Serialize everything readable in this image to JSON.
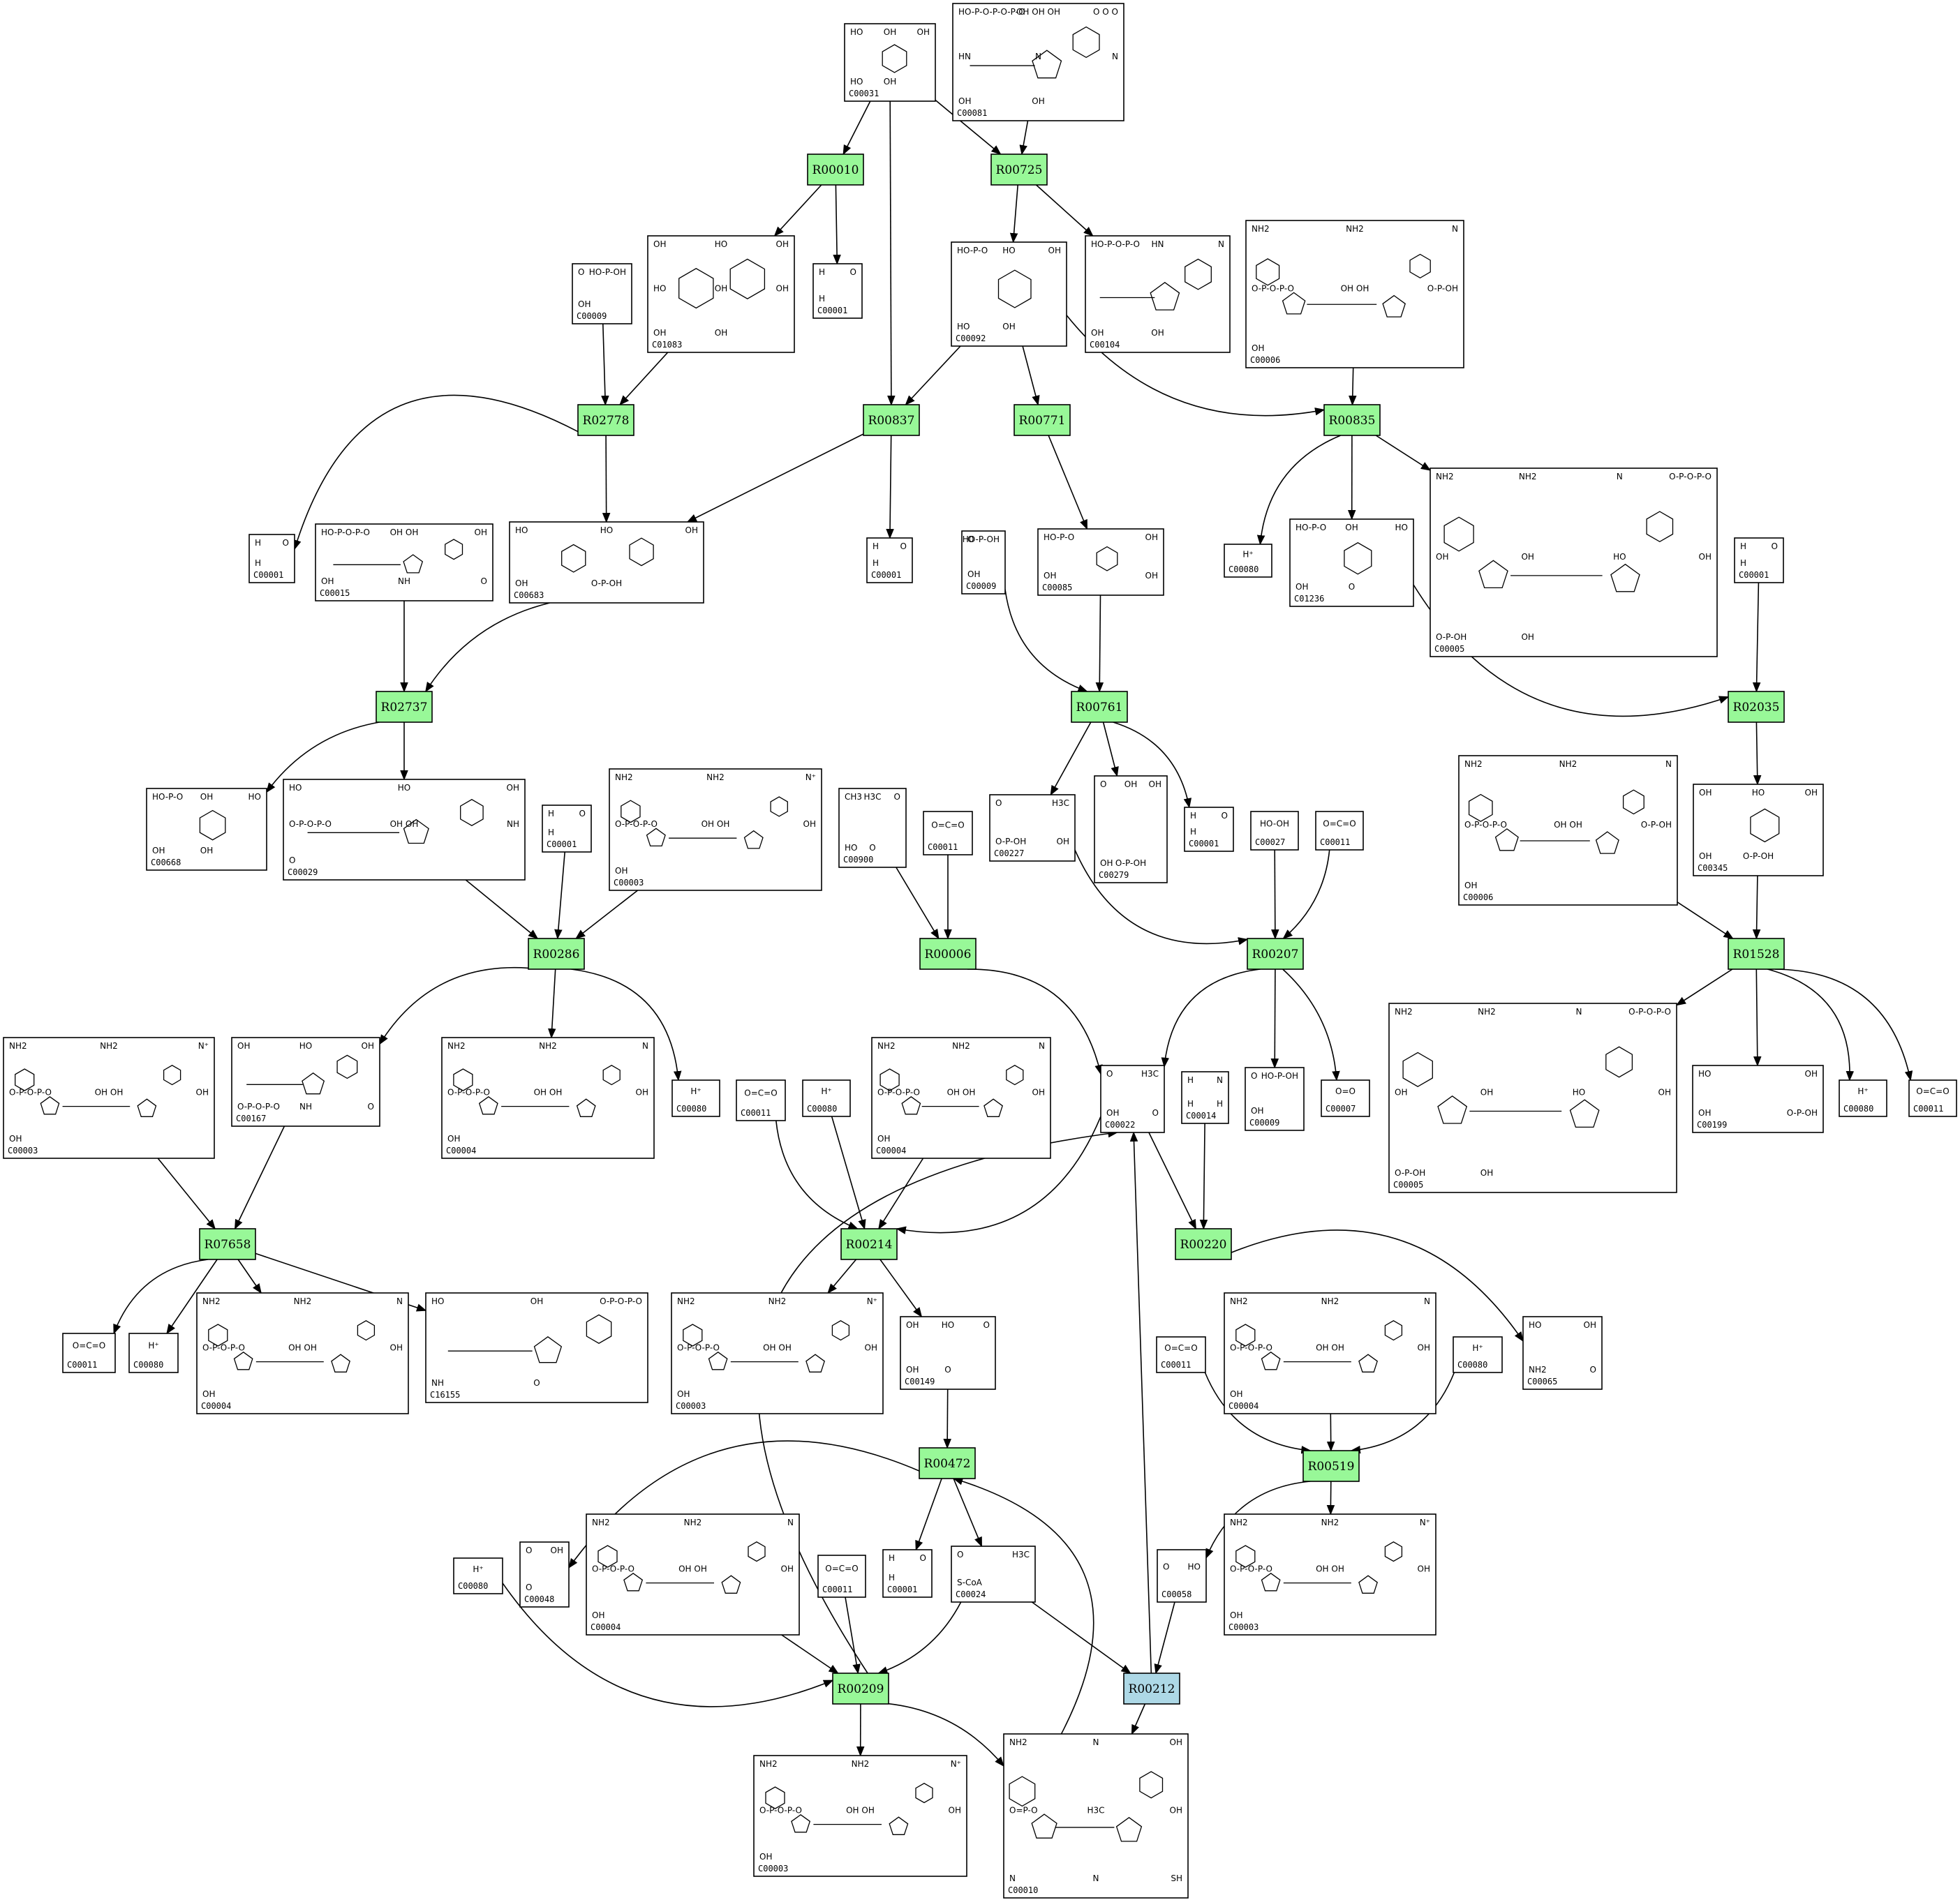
{
  "colors": {
    "reaction": "#98f898",
    "reaction_highlight": "#add8e6",
    "edge": "#000000",
    "box_border": "#000000"
  },
  "reactions": [
    {
      "id": "R00010",
      "highlight": false
    },
    {
      "id": "R00725",
      "highlight": false
    },
    {
      "id": "R02778",
      "highlight": false
    },
    {
      "id": "R00837",
      "highlight": false
    },
    {
      "id": "R00771",
      "highlight": false
    },
    {
      "id": "R00835",
      "highlight": false
    },
    {
      "id": "R02737",
      "highlight": false
    },
    {
      "id": "R00761",
      "highlight": false
    },
    {
      "id": "R02035",
      "highlight": false
    },
    {
      "id": "R00286",
      "highlight": false
    },
    {
      "id": "R00006",
      "highlight": false
    },
    {
      "id": "R00207",
      "highlight": false
    },
    {
      "id": "R01528",
      "highlight": false
    },
    {
      "id": "R07658",
      "highlight": false
    },
    {
      "id": "R00214",
      "highlight": false
    },
    {
      "id": "R00220",
      "highlight": false
    },
    {
      "id": "R00472",
      "highlight": false
    },
    {
      "id": "R00519",
      "highlight": false
    },
    {
      "id": "R00209",
      "highlight": false
    },
    {
      "id": "R00212",
      "highlight": true
    }
  ],
  "compounds": [
    {
      "id": "C00031",
      "formula": "",
      "atoms": [
        "HO",
        "OH",
        "OH",
        "HO",
        "OH"
      ]
    },
    {
      "id": "C00081",
      "formula": "",
      "atoms": [
        "HO-P-O-P-O-P-O",
        "OH OH OH",
        "O O O",
        "HN",
        "N",
        "N",
        "OH",
        "OH"
      ]
    },
    {
      "id": "C01083",
      "formula": "",
      "atoms": [
        "OH",
        "HO",
        "OH",
        "HO",
        "OH",
        "OH",
        "OH",
        "OH"
      ]
    },
    {
      "id": "C00001",
      "formula": "H₂O",
      "atoms": [
        "H",
        "O",
        "H"
      ]
    },
    {
      "id": "C00009",
      "formula": "",
      "atoms": [
        "O",
        "HO-P-OH",
        "OH"
      ]
    },
    {
      "id": "C00092",
      "formula": "",
      "atoms": [
        "HO-P-O",
        "HO",
        "OH",
        "HO",
        "OH"
      ]
    },
    {
      "id": "C00104",
      "formula": "",
      "atoms": [
        "HO-P-O-P-O",
        "HN",
        "N",
        "OH",
        "OH"
      ]
    },
    {
      "id": "C00006",
      "formula": "",
      "atoms": [
        "NH2",
        "NH2",
        "N",
        "O-P-O-P-O",
        "OH OH",
        "O-P-OH",
        "OH"
      ]
    },
    {
      "id": "C00683",
      "formula": "",
      "atoms": [
        "HO",
        "HO",
        "OH",
        "OH",
        "O-P-OH"
      ]
    },
    {
      "id": "C00015",
      "formula": "",
      "atoms": [
        "HO-P-O-P-O",
        "OH OH",
        "OH",
        "OH",
        "NH",
        "O"
      ]
    },
    {
      "id": "C00080",
      "formula": "H⁺",
      "atoms": [
        "H⁺"
      ]
    },
    {
      "id": "C00085",
      "formula": "",
      "atoms": [
        "HO-P-O",
        "OH",
        "OH",
        "OH"
      ]
    },
    {
      "id": "C01236",
      "formula": "",
      "atoms": [
        "HO-P-O",
        "OH",
        "HO",
        "OH",
        "O"
      ]
    },
    {
      "id": "C00005",
      "formula": "",
      "atoms": [
        "NH2",
        "NH2",
        "N",
        "O-P-O-P-O",
        "OH",
        "OH",
        "HO",
        "OH",
        "O-P-OH",
        "OH"
      ]
    },
    {
      "id": "C00668",
      "formula": "",
      "atoms": [
        "HO-P-O",
        "OH",
        "HO",
        "OH",
        "OH"
      ]
    },
    {
      "id": "C00029",
      "formula": "",
      "atoms": [
        "HO",
        "HO",
        "OH",
        "O-P-O-P-O",
        "OH OH",
        "NH",
        "O"
      ]
    },
    {
      "id": "C00003",
      "formula": "",
      "atoms": [
        "NH2",
        "NH2",
        "N⁺",
        "O-P-O-P-O",
        "OH OH",
        "OH",
        "OH"
      ]
    },
    {
      "id": "C00900",
      "formula": "",
      "atoms": [
        "CH3",
        "H3C",
        "O",
        "HO",
        "O"
      ]
    },
    {
      "id": "C00011",
      "formula": "CO₂",
      "atoms": [
        "O=C=O"
      ]
    },
    {
      "id": "C00227",
      "formula": "",
      "atoms": [
        "O",
        "H3C",
        "O-P-OH",
        "OH"
      ]
    },
    {
      "id": "C00279",
      "formula": "",
      "atoms": [
        "O",
        "OH",
        "OH",
        "OH",
        "O-P-OH"
      ]
    },
    {
      "id": "C00027",
      "formula": "HO-OH",
      "atoms": [
        "HO-OH"
      ]
    },
    {
      "id": "C00345",
      "formula": "",
      "atoms": [
        "OH",
        "HO",
        "OH",
        "OH",
        "O-P-OH"
      ]
    },
    {
      "id": "C00004",
      "formula": "",
      "atoms": [
        "NH2",
        "NH2",
        "N",
        "O-P-O-P-O",
        "OH OH",
        "OH",
        "OH"
      ]
    },
    {
      "id": "C00167",
      "formula": "",
      "atoms": [
        "OH",
        "HO",
        "OH",
        "O-P-O-P-O",
        "NH",
        "O"
      ]
    },
    {
      "id": "C00022",
      "formula": "",
      "atoms": [
        "O",
        "H3C",
        "OH",
        "O"
      ]
    },
    {
      "id": "C00014",
      "formula": "NH3",
      "atoms": [
        "H",
        "N",
        "H",
        "H"
      ]
    },
    {
      "id": "C00007",
      "formula": "O=O",
      "atoms": [
        "O=O"
      ]
    },
    {
      "id": "C00199",
      "formula": "",
      "atoms": [
        "HO",
        "OH",
        "OH",
        "O-P-OH"
      ]
    },
    {
      "id": "C16155",
      "formula": "",
      "atoms": [
        "HO",
        "OH",
        "O-P-O-P-O",
        "NH",
        "O"
      ]
    },
    {
      "id": "C00149",
      "formula": "",
      "atoms": [
        "OH",
        "HO",
        "O",
        "OH",
        "O"
      ]
    },
    {
      "id": "C00065",
      "formula": "",
      "atoms": [
        "HO",
        "OH",
        "NH2",
        "O"
      ]
    },
    {
      "id": "C00048",
      "formula": "",
      "atoms": [
        "O",
        "OH",
        "O"
      ]
    },
    {
      "id": "C00024",
      "formula": "",
      "atoms": [
        "O",
        "H3C",
        "S-CoA"
      ]
    },
    {
      "id": "C00058",
      "formula": "",
      "atoms": [
        "O",
        "HO"
      ]
    },
    {
      "id": "C00010",
      "formula": "",
      "atoms": [
        "NH2",
        "N",
        "OH",
        "O=P-O",
        "H3C",
        "OH",
        "N",
        "N",
        "SH"
      ]
    }
  ]
}
